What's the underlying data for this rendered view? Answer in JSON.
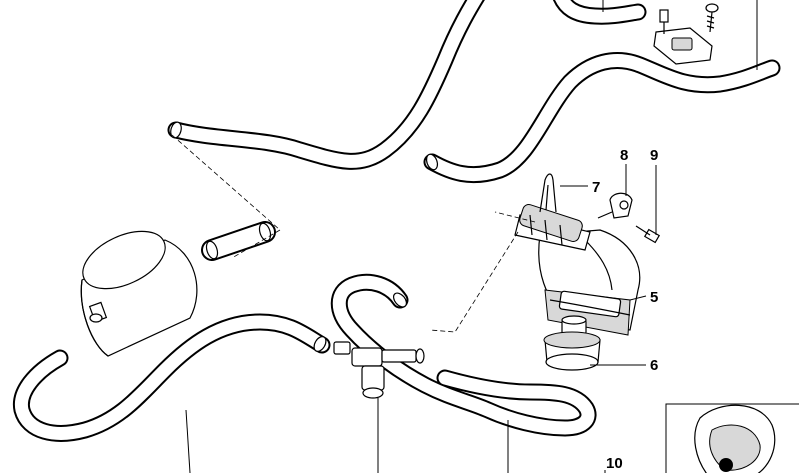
{
  "diagram": {
    "callouts": [
      "5",
      "6",
      "7",
      "8",
      "9",
      "10"
    ],
    "colors": {
      "line": "#000000",
      "background": "#ffffff",
      "shade": "#d8d8d8"
    }
  }
}
